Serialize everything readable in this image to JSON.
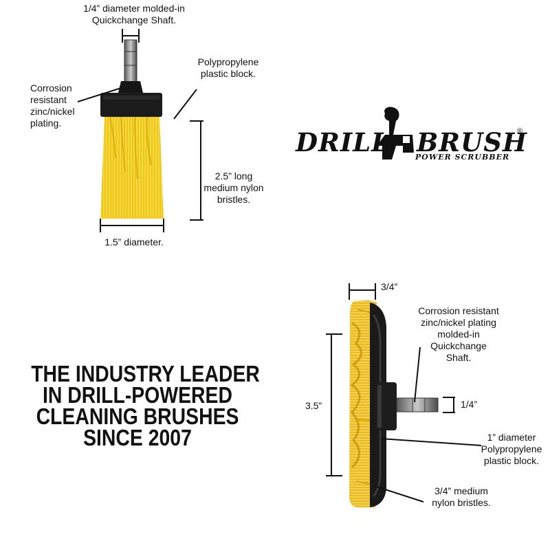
{
  "top_brush": {
    "shaft_label": [
      "1/4” diameter molded-in",
      "Quickchange Shaft."
    ],
    "plating_label": [
      "Corrosion",
      "resistant",
      "zinc/nickel",
      "plating."
    ],
    "block_label": [
      "Polypropylene",
      "plastic block."
    ],
    "bristle_label": [
      "2.5” long",
      "medium nylon",
      "bristles."
    ],
    "diameter_label": "1.5” diameter."
  },
  "logo": {
    "word_left": "DRILL",
    "word_right": "BRUSH",
    "tagline": "POWER SCRUBBER",
    "registered": "®"
  },
  "headline": [
    "THE INDUSTRY LEADER",
    "IN DRILL-POWERED",
    "CLEANING BRUSHES",
    "SINCE 2007"
  ],
  "bottom_brush": {
    "width_label": "3/4”",
    "plating_label": [
      "Corrosion resistant",
      "zinc/nickel plating",
      "molded-in",
      "Quickchange",
      "Shaft."
    ],
    "height_label": "3.5”",
    "shaft_label": "1/4”",
    "block_label": [
      "1” diameter",
      "Polypropylene",
      "plastic block."
    ],
    "bristle_label": [
      "3/4” medium",
      "nylon bristles."
    ]
  },
  "colors": {
    "bristle": "#f3cd1e",
    "block": "#1a1a1a",
    "shaft": "#8a8a8a",
    "ink": "#111111"
  }
}
